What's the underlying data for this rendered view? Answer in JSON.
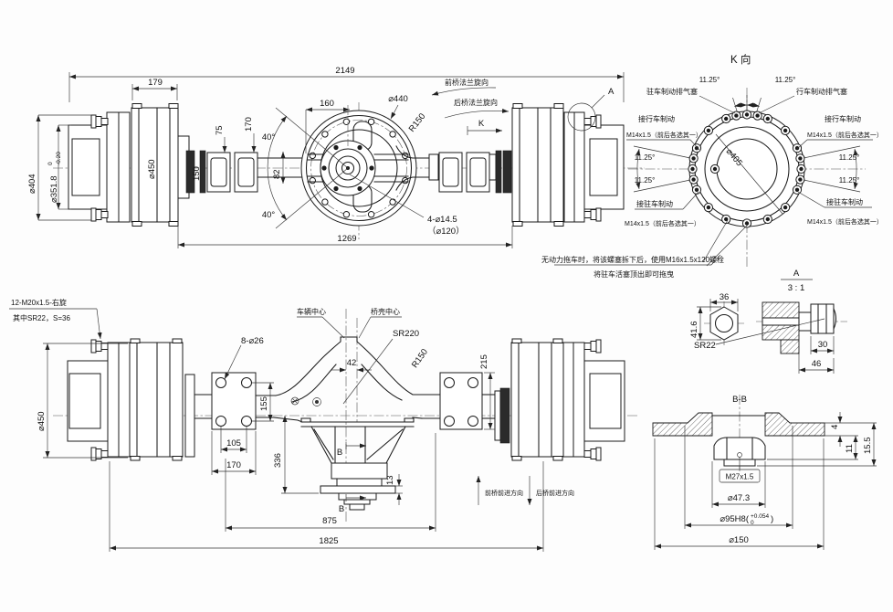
{
  "top_view": {
    "dim_2149": "2149",
    "dim_179": "179",
    "dim_404": "⌀404",
    "dim_3518": "⌀351.8",
    "dim_3518_tol_up": "0",
    "dim_3518_tol_low": "-0.20",
    "dim_450": "⌀450",
    "dim_150": "150",
    "dim_75": "75",
    "dim_170": "170",
    "dim_160": "160",
    "dim_440": "⌀440",
    "dim_r150": "R150",
    "dim_40_top": "40°",
    "dim_40_bot": "40°",
    "dim_82": "82",
    "dim_holes": "4-⌀14.5",
    "dim_holes_bc": "（⌀120）",
    "dim_1269": "1269",
    "front_flange_rot": "前桥法兰旋向",
    "rear_flange_rot": "后桥法兰旋向",
    "k_label": "K",
    "detail_mark": "A"
  },
  "k_view": {
    "title": "K 向",
    "angle": "11.25°",
    "dim_405": "⌀405",
    "plug_parking": "驻车制动排气塞",
    "plug_service": "行车制动排气塞",
    "port_service": "接行车制动",
    "port_parking": "接驻车制动",
    "thread": "M14x1.5（前后各选其一）",
    "tow_note_1": "无动力拖车时，将该螺塞拆下后，使用M16x1.5x120螺栓",
    "tow_note_2": "将驻车活塞顶出即可拖曳"
  },
  "detail_a": {
    "mark": "A",
    "scale": "3 : 1",
    "dim_36": "36",
    "dim_41_6": "41.6",
    "dim_sr22": "SR22",
    "dim_30": "30",
    "dim_46": "46"
  },
  "bottom_view": {
    "stud_note_1": "12-M20x1.5-右旋",
    "stud_note_2": "其中SR22，S=36",
    "dim_450": "⌀450",
    "dim_holes": "8-⌀26",
    "dim_155": "155",
    "dim_105": "105",
    "dim_170": "170",
    "dim_336": "336",
    "dim_42": "42",
    "dim_sr220": "SR220",
    "dim_r150": "R150",
    "dim_215": "215",
    "dim_13": "13",
    "dim_875": "875",
    "dim_1825": "1825",
    "vehicle_center": "车辆中心",
    "housing_center": "桥壳中心",
    "section_b": "B",
    "front_dir": "前桥前进方向",
    "rear_dir": "后桥前进方向"
  },
  "section_bb": {
    "title": "B-B",
    "dim_4": "4",
    "dim_11": "11",
    "dim_15_5": "15.5",
    "thread": "M27x1.5",
    "dim_47_3": "⌀47.3",
    "dim_95": "⌀95H8(",
    "dim_95_tol_up": "+0.054",
    "dim_95_tol_low": "0",
    "dim_95_close": ")",
    "dim_150": "⌀150"
  }
}
